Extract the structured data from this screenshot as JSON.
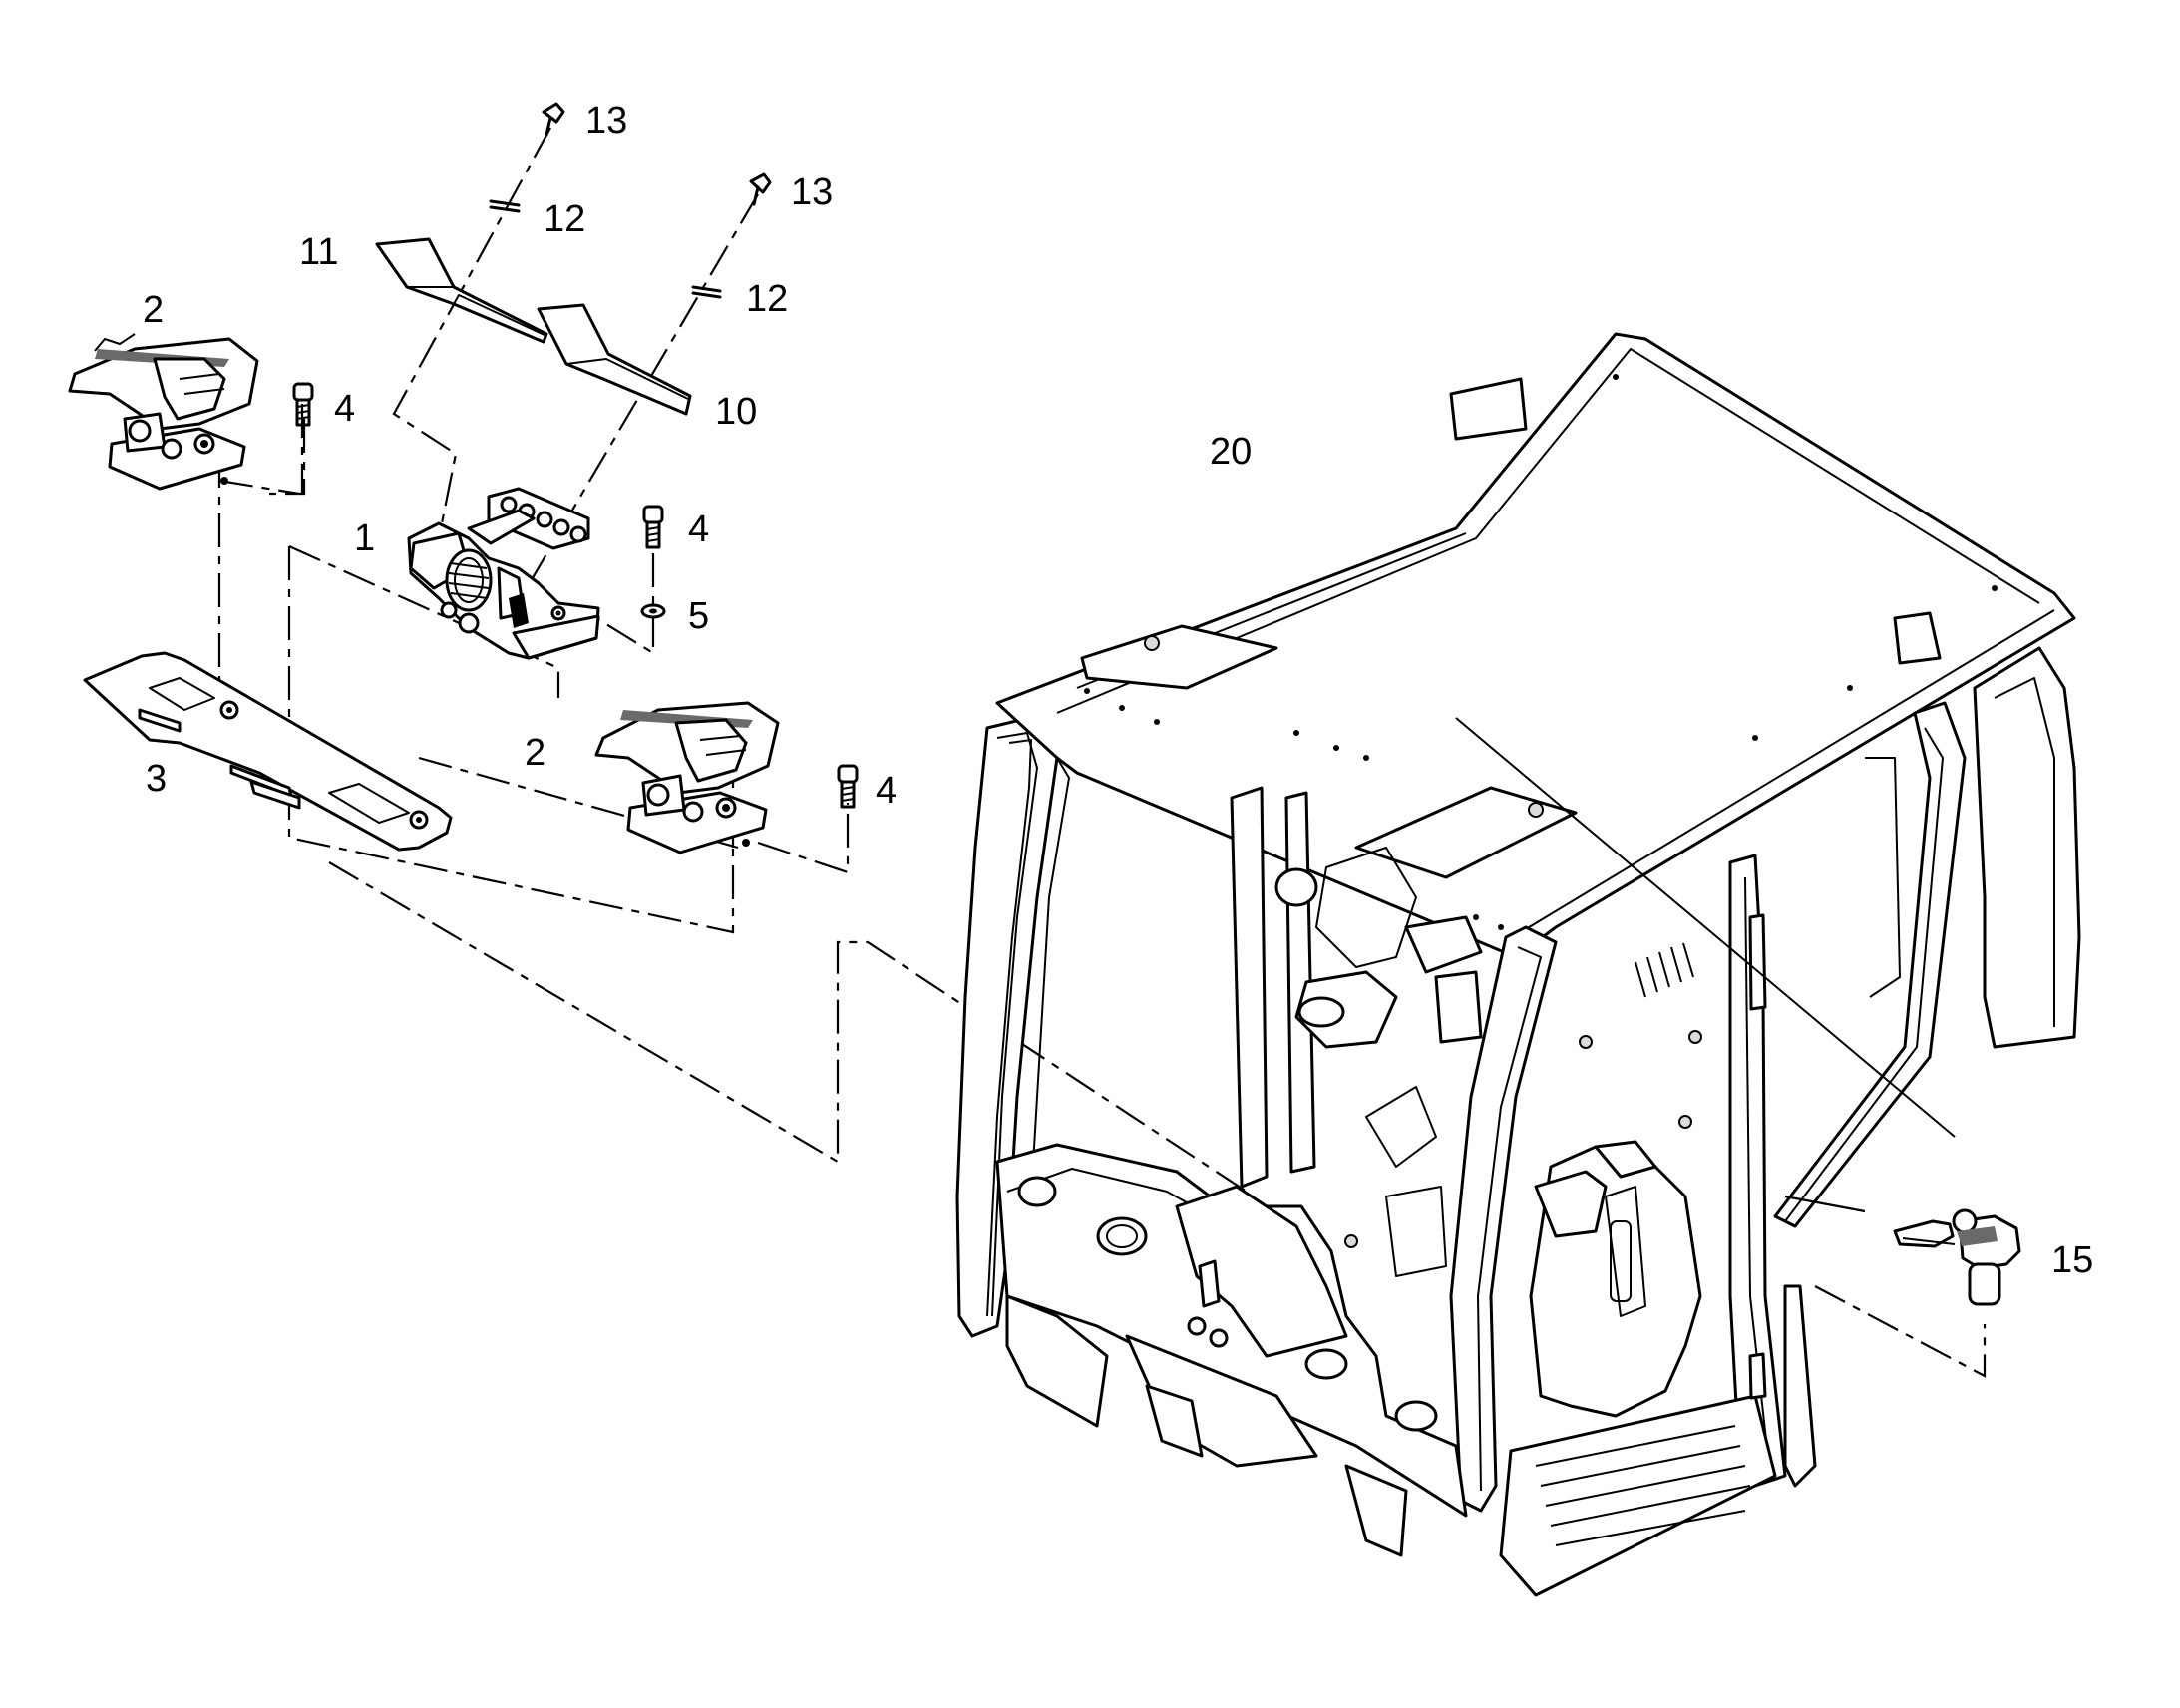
{
  "callouts": {
    "c13a": "13",
    "c13b": "13",
    "c12a": "12",
    "c12b": "12",
    "c11": "11",
    "c10": "10",
    "c2a": "2",
    "c2b": "2",
    "c4a": "4",
    "c4b": "4",
    "c4c": "4",
    "c1": "1",
    "c5": "5",
    "c3": "3",
    "c20": "20",
    "c15": "15"
  }
}
